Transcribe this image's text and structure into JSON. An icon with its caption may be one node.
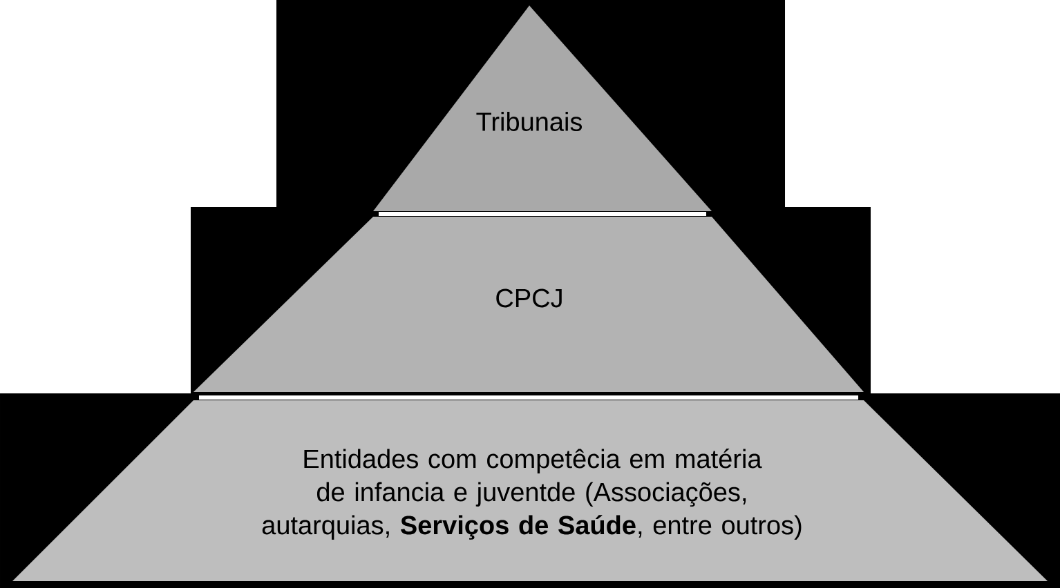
{
  "diagram": {
    "nodes": [
      {
        "text": [
          "Tribunais"
        ]
      },
      {
        "text": [
          "CPCJ"
        ]
      },
      {
        "text": [
          "Entidades com competêcia em matéria de infancia e juventde (Associações, autarquias, **Serviços de Saúde**, entre outros)"
        ]
      }
    ]
  }
}
